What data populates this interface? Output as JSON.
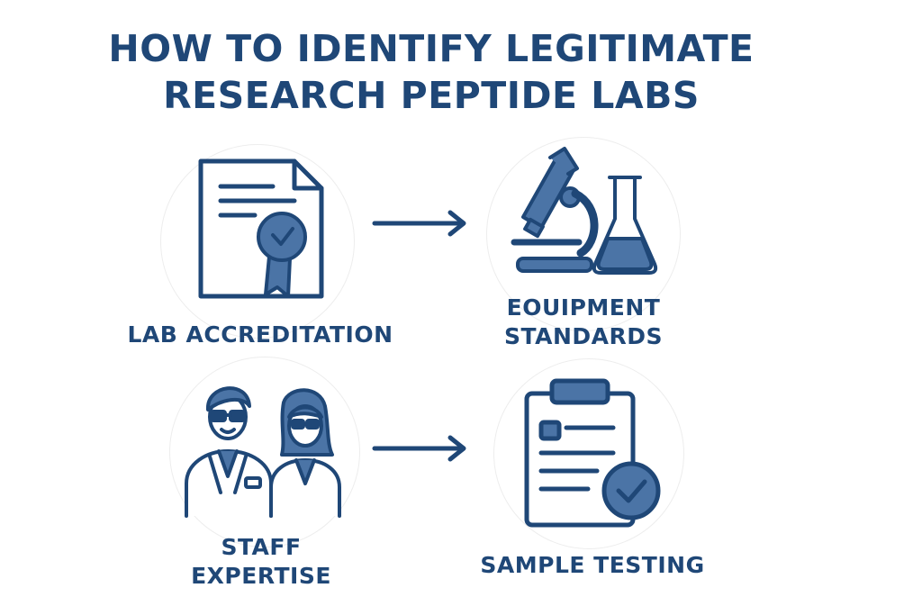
{
  "title": {
    "line1": "HOW TO IDENTIFY LEGITIMATE",
    "line2": "RESEARCH PEPTIDE LABS"
  },
  "steps": [
    {
      "line1": "LAB ACCREDITATION",
      "line2": "",
      "icon": "certificate-icon"
    },
    {
      "line1": "EOUIPMENT",
      "line2": "STANDARDS",
      "icon": "microscope-flask-icon"
    },
    {
      "line1": "STAFF",
      "line2": "EXPERTISE",
      "icon": "scientists-icon"
    },
    {
      "line1": "SAMPLE TESTING",
      "line2": "",
      "icon": "clipboard-check-icon"
    }
  ],
  "colors": {
    "primary": "#1f4777",
    "fill": "#4b74a6",
    "light": "#ffffff"
  }
}
